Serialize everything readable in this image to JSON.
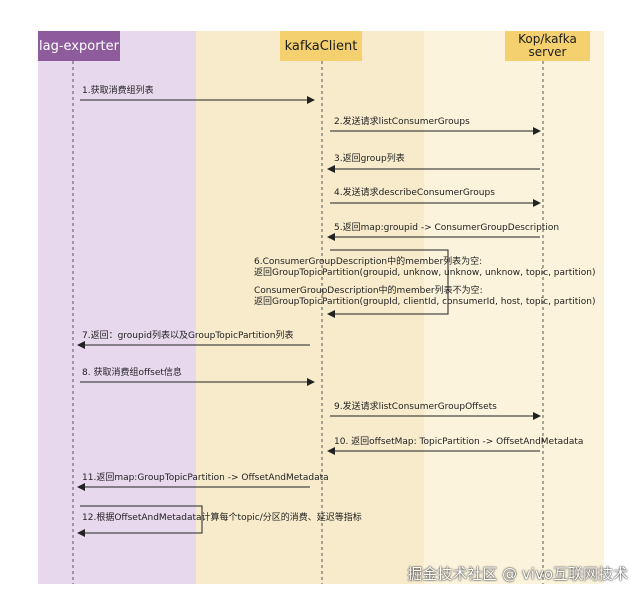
{
  "participants": [
    {
      "name": "lag-exporter",
      "color": "#e8d8ee",
      "header_color": "#8e5c9c"
    },
    {
      "name": "kafkaClient",
      "color": "#f6e7c0",
      "header_color": "#f4d06f"
    },
    {
      "name": "Kop/kafka\nserver",
      "color": "#fbf1d8",
      "header_color": "#f4d06f"
    }
  ],
  "messages": [
    {
      "label": "1.获取消费组列表"
    },
    {
      "label": "2.发送请求listConsumerGroups"
    },
    {
      "label": "3.返回group列表"
    },
    {
      "label": "4.发送请求describeConsumerGroups"
    },
    {
      "label": "5.返回map:groupid -> ConsumerGroupDescription"
    },
    {
      "label": "6.ConsumerGroupDescription中的member列表为空:"
    },
    {
      "label": "返回GroupTopicPartition(groupid, unknow, unknow, unknow, topic, partition)"
    },
    {
      "label": "ConsumerGroupDescription中的member列表不为空:"
    },
    {
      "label": "返回GroupTopicPartition(groupId, clientId, consumerId, host, topic, partition)"
    },
    {
      "label": "7.返回：groupid列表以及GroupTopicPartition列表"
    },
    {
      "label": "8. 获取消费组offset信息"
    },
    {
      "label": "9.发送请求listConsumerGroupOffsets"
    },
    {
      "label": "10. 返回offsetMap: TopicPartition -> OffsetAndMetadata"
    },
    {
      "label": "11.返回map:GroupTopicPartition -> OffsetAndMetadata"
    },
    {
      "label": "12.根据OffsetAndMetadata计算每个topic/分区的消费、延迟等指标"
    }
  ],
  "watermark": "掘金技术社区 @ vivo互联网技术"
}
